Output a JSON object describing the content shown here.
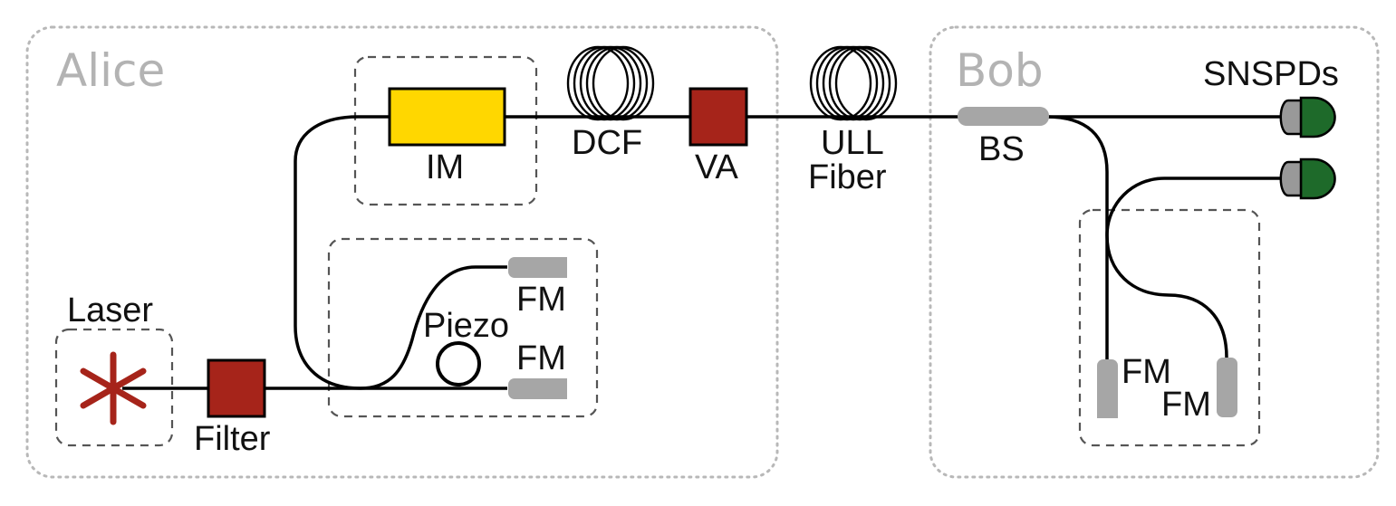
{
  "alice": {
    "title": "Alice",
    "laser_label": "Laser",
    "filter_label": "Filter",
    "im_label": "IM",
    "dcf_label": "DCF",
    "va_label": "VA",
    "piezo_label": "Piezo",
    "fm_top_label": "FM",
    "fm_bottom_label": "FM"
  },
  "link": {
    "label_line1": "ULL",
    "label_line2": "Fiber"
  },
  "bob": {
    "title": "Bob",
    "bs_label": "BS",
    "detectors_label": "SNSPDs",
    "fm_left_label": "FM",
    "fm_right_label": "FM"
  },
  "colors": {
    "modulator": "#ffd700",
    "filter_attenuator": "#a6241a",
    "laser": "#a6241a",
    "mirror": "#a6a6a6",
    "detector": "#1e6a2a",
    "panel_title": "#b3b3b3"
  }
}
